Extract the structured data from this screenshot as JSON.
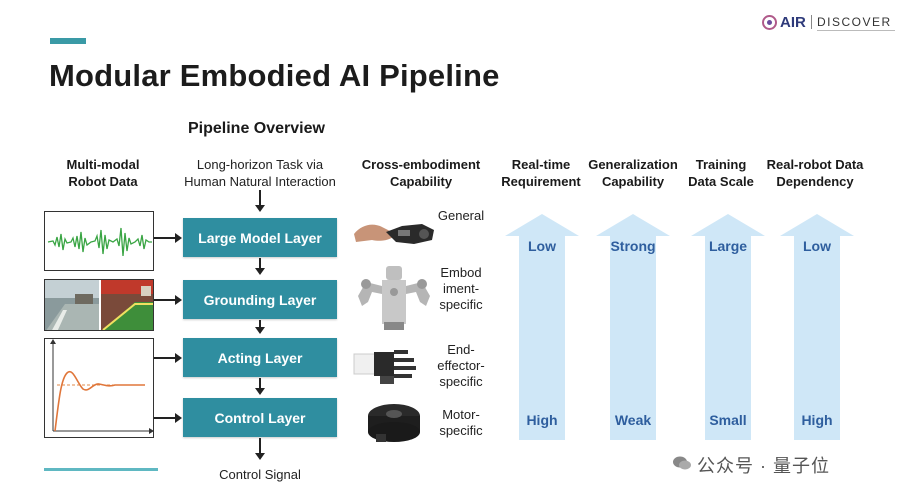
{
  "header": {
    "title": "Modular Embodied AI Pipeline",
    "logo_text": "AIR",
    "logo_sub": "DISCOVER"
  },
  "overview": {
    "title": "Pipeline Overview",
    "task_line1": "Long-horizon Task via",
    "task_line2": "Human Natural Interaction",
    "layers": [
      "Large Model Layer",
      "Grounding Layer",
      "Acting Layer",
      "Control Layer"
    ],
    "output": "Control Signal"
  },
  "columns": {
    "data": {
      "line1": "Multi-modal",
      "line2": "Robot Data"
    },
    "embodiment": {
      "line1": "Cross-embodiment",
      "line2": "Capability"
    },
    "realtime": {
      "line1": "Real-time",
      "line2": "Requirement"
    },
    "generalization": {
      "line1": "Generalization",
      "line2": "Capability"
    },
    "training": {
      "line1": "Training",
      "line2": "Data Scale"
    },
    "realrobot": {
      "line1": "Real-robot Data",
      "line2": "Dependency"
    }
  },
  "embodiment_levels": [
    {
      "lines": [
        "General"
      ]
    },
    {
      "lines": [
        "Embod",
        "iment-",
        "specific"
      ]
    },
    {
      "lines": [
        "End-",
        "effector-",
        "specific"
      ]
    },
    {
      "lines": [
        "Motor-",
        "specific"
      ]
    }
  ],
  "arrows": [
    {
      "top": "Low",
      "bottom": "High"
    },
    {
      "top": "Strong",
      "bottom": "Weak"
    },
    {
      "top": "Large",
      "bottom": "Small"
    },
    {
      "top": "Low",
      "bottom": "High"
    }
  ],
  "watermark": "公众号 · 量子位",
  "colors": {
    "accent": "#2f8ea0",
    "arrow_fill": "#cfe7f7",
    "arrow_text": "#2e5e9e"
  }
}
